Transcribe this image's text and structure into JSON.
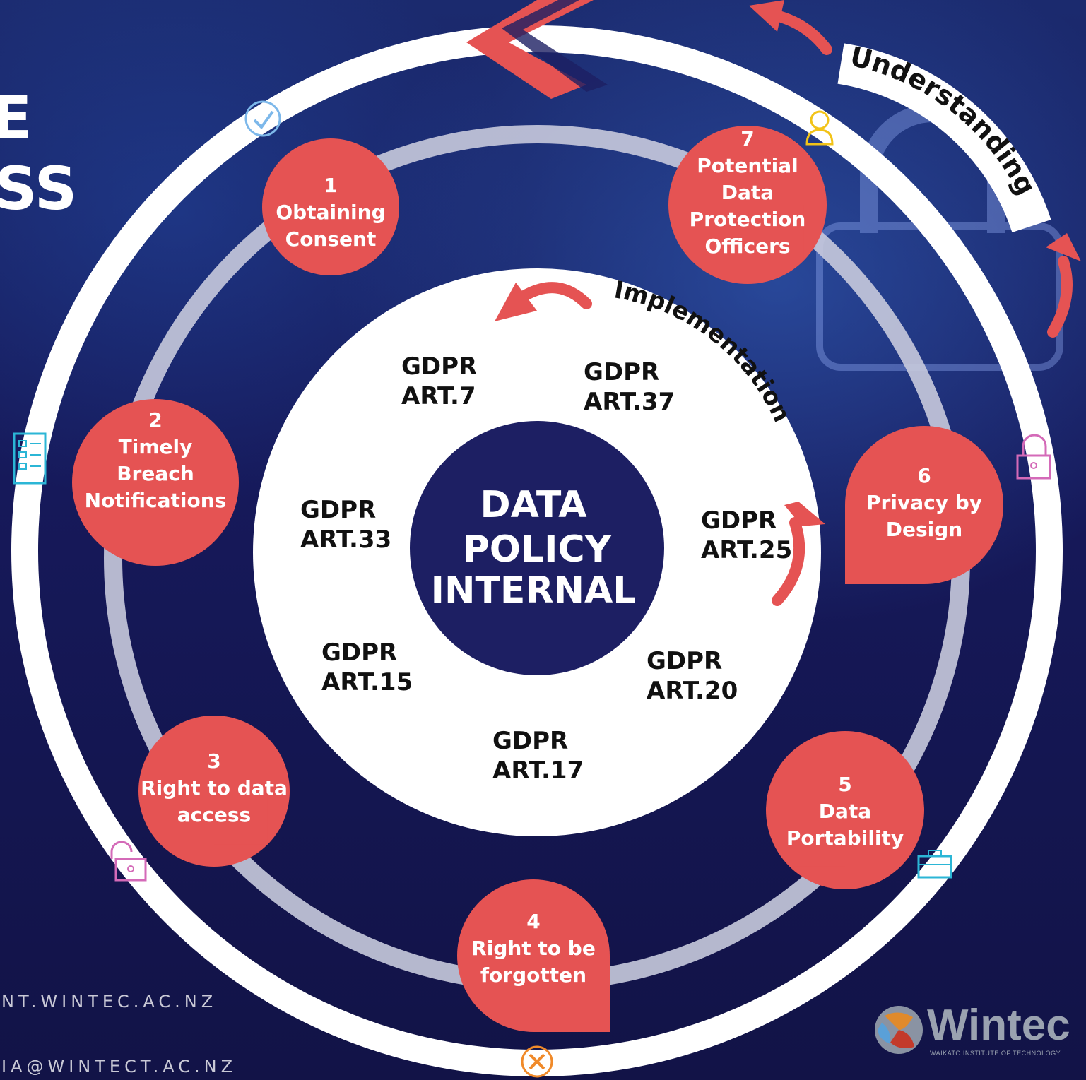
{
  "left_titles": {
    "line1": "E",
    "line2": "SS"
  },
  "footer": {
    "website": "NT.WINTEC.AC.NZ",
    "email": "IA@WINTECT.AC.NZ"
  },
  "center": {
    "line1": "DATA",
    "line2": "POLICY",
    "line3": "INTERNAL"
  },
  "arc_labels": {
    "outer": "Understanding",
    "inner": "Implementation"
  },
  "steps": [
    {
      "number": "1",
      "lines": [
        "Obtaining",
        "Consent"
      ]
    },
    {
      "number": "2",
      "lines": [
        "Timely",
        "Breach",
        "Notifications"
      ]
    },
    {
      "number": "3",
      "lines": [
        "Right to  data",
        "access"
      ]
    },
    {
      "number": "4",
      "lines": [
        "Right to be",
        "forgotten"
      ]
    },
    {
      "number": "5",
      "lines": [
        "Data",
        "Portability"
      ]
    },
    {
      "number": "6",
      "lines": [
        "Privacy by",
        "Design"
      ]
    },
    {
      "number": "7",
      "lines": [
        "Potential",
        "Data",
        "Protection",
        "Officers"
      ]
    }
  ],
  "articles": [
    {
      "line1": "GDPR",
      "line2": "ART.7"
    },
    {
      "line1": "GDPR",
      "line2": "ART.37"
    },
    {
      "line1": "GDPR",
      "line2": "ART.33"
    },
    {
      "line1": "GDPR",
      "line2": "ART.25"
    },
    {
      "line1": "GDPR",
      "line2": "ART.15"
    },
    {
      "line1": "GDPR",
      "line2": "ART.20"
    },
    {
      "line1": "GDPR",
      "line2": "ART.17"
    }
  ],
  "logo": {
    "word": "Wintec",
    "subtitle": "WAIKATO INSTITUTE OF TECHNOLOGY"
  },
  "colors": {
    "accent": "#e55353",
    "navy": "#1d1f63",
    "ring": "#ffffff",
    "track": "#c8cadd"
  },
  "icons": [
    "check-icon",
    "user-icon",
    "document-list-icon",
    "padlock-icon",
    "unlocked-padlock-icon",
    "briefcase-icon",
    "cancel-icon"
  ]
}
